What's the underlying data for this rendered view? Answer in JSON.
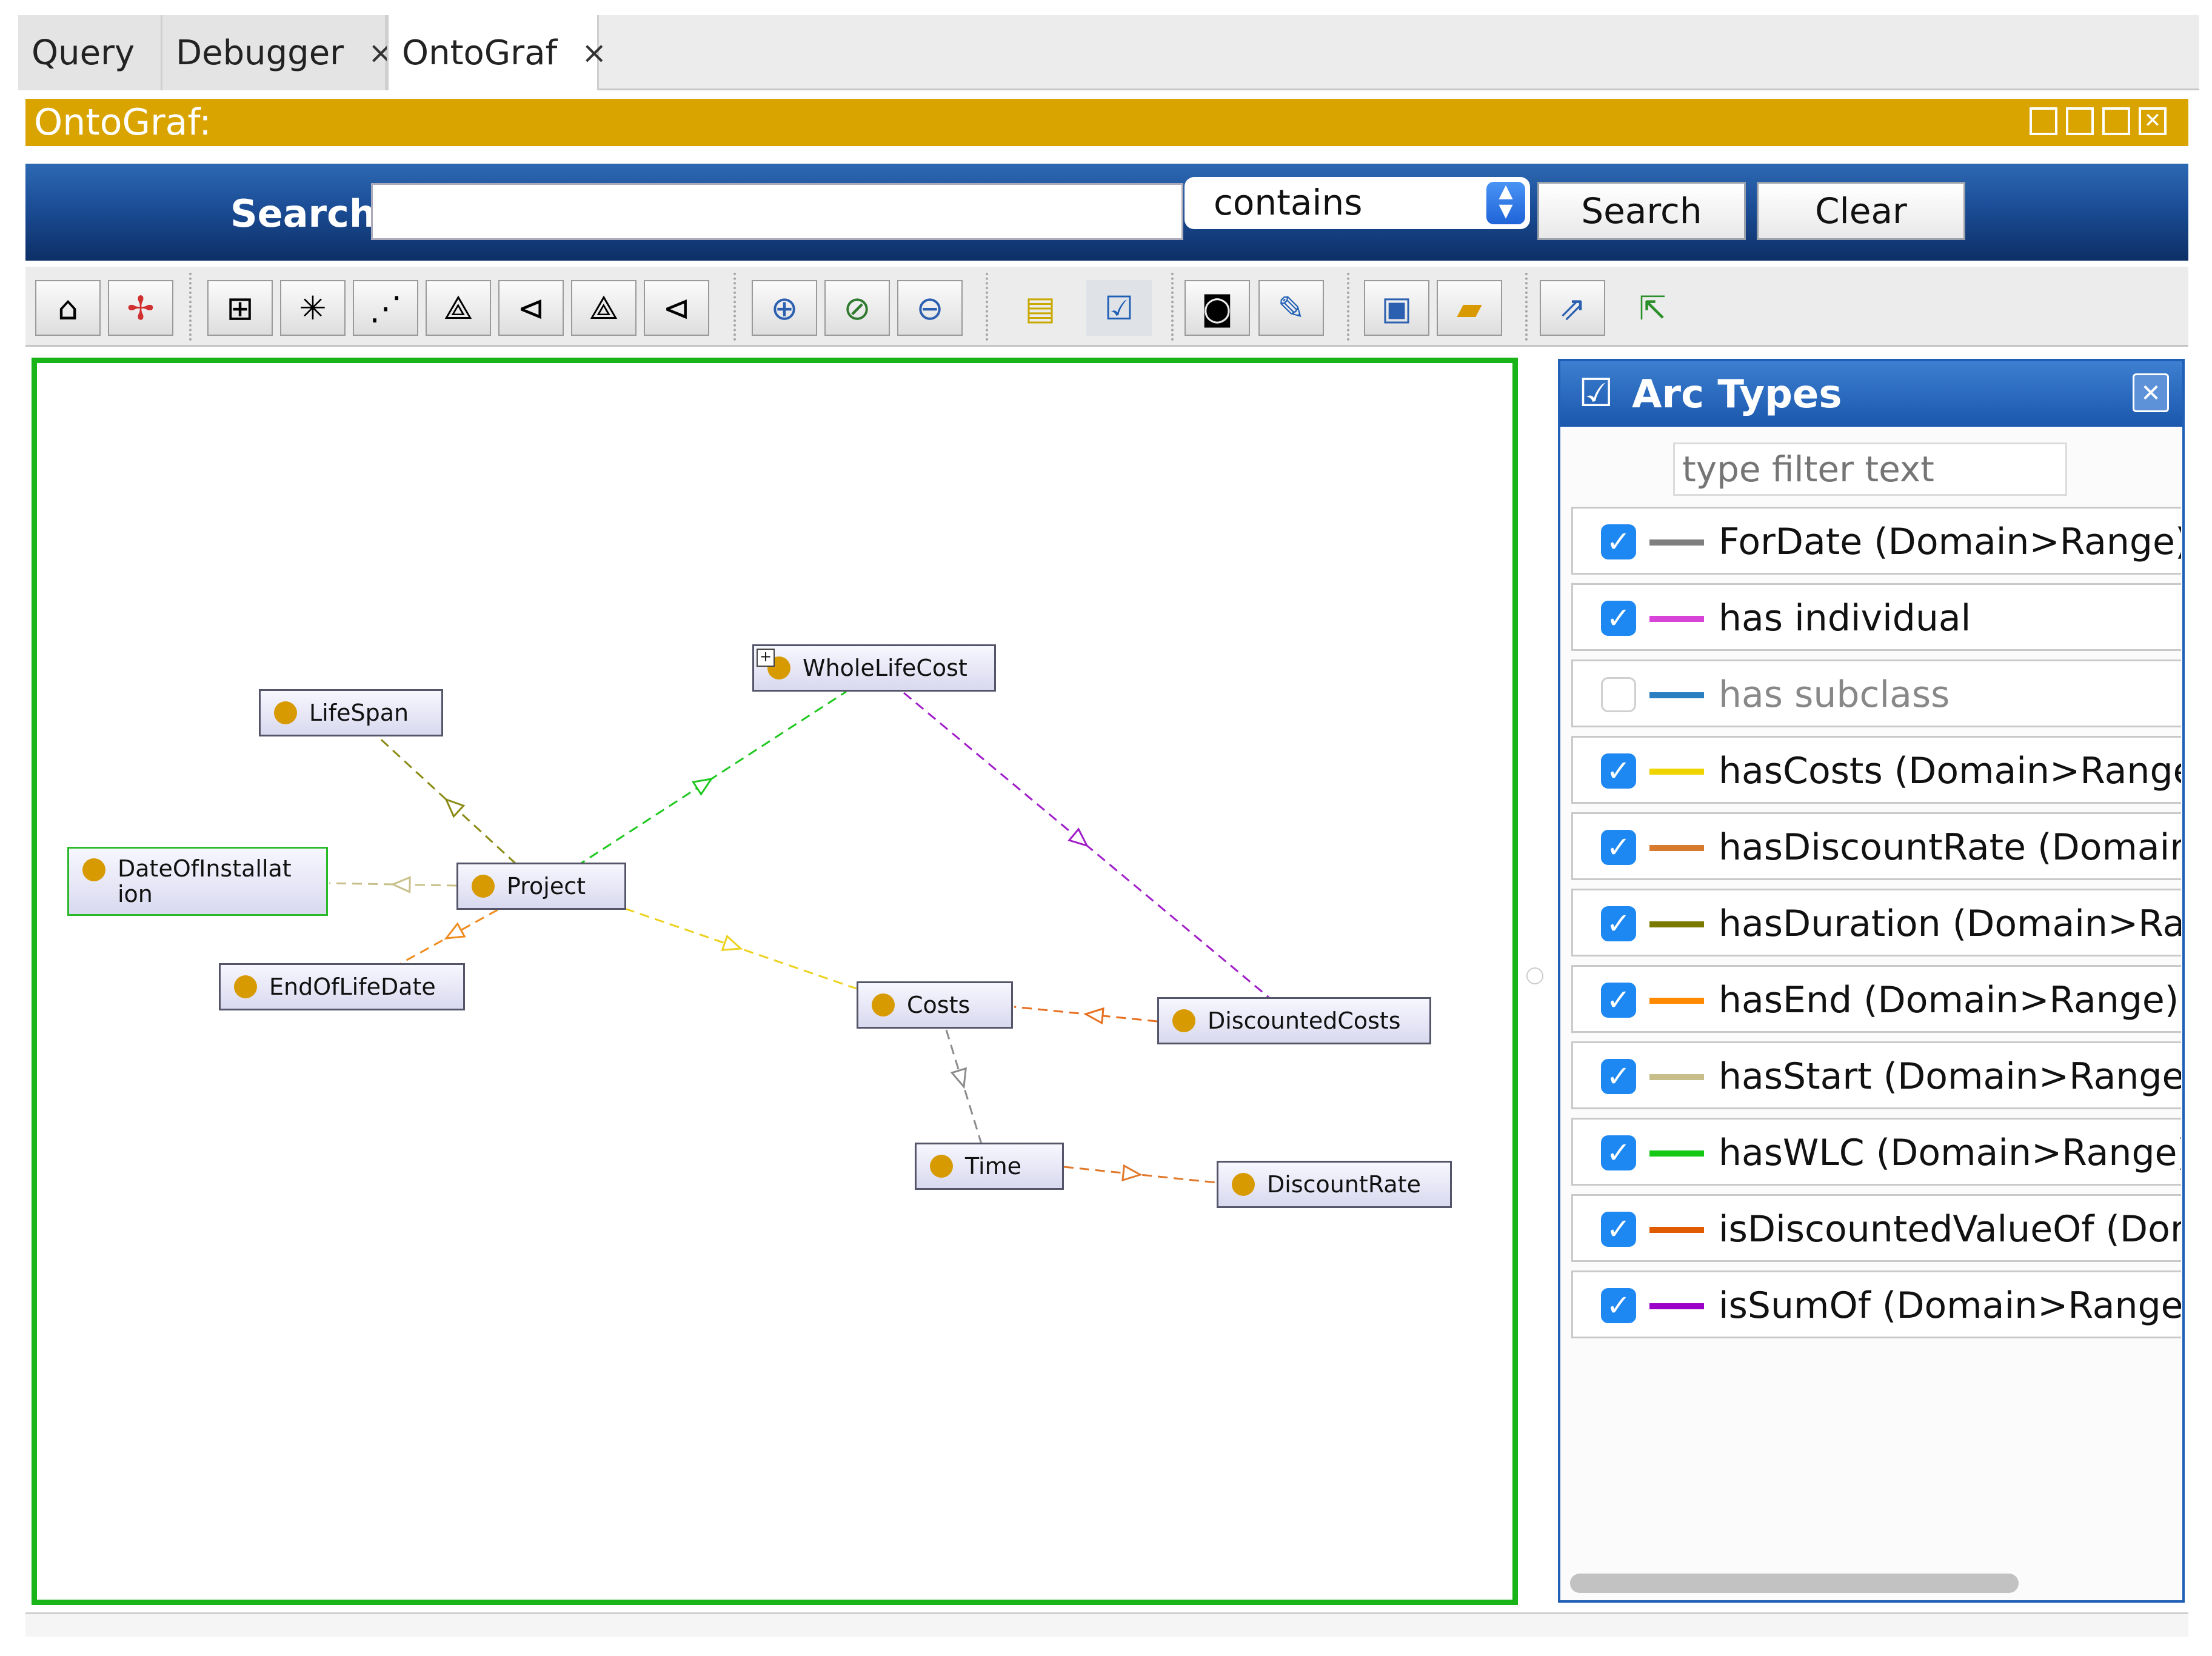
{
  "tabs": [
    {
      "label": "Query",
      "close": "×"
    },
    {
      "label": "Debugger",
      "close": "×"
    },
    {
      "label": "OntoGraf",
      "close": "×",
      "active": true
    }
  ],
  "panel_title": "OntoGraf:",
  "search": {
    "label": "Search:",
    "value": "",
    "match_mode": "contains",
    "search_button": "Search",
    "clear_button": "Clear"
  },
  "toolbar": {
    "icons": [
      "home-icon",
      "graph-layout-icon",
      "grid-layout-icon",
      "radial-layout-icon",
      "spring-layout-icon",
      "vertical-tree-icon",
      "horizontal-tree-icon",
      "vertical-tree-alt-icon",
      "horizontal-tree-alt-icon",
      "zoom-in-icon",
      "zoom-reset-icon",
      "zoom-out-icon",
      "node-filter-icon",
      "arc-filter-icon",
      "camera-icon",
      "edit-note-icon",
      "save-icon",
      "open-folder-icon",
      "export-icon",
      "pin-icon"
    ]
  },
  "graph": {
    "nodes": [
      {
        "id": "WholeLifeCost",
        "label": "WholeLifeCost",
        "expandable": true
      },
      {
        "id": "LifeSpan",
        "label": "LifeSpan"
      },
      {
        "id": "DateOfInstallation",
        "label": "DateOfInstallat\nion",
        "highlighted": true
      },
      {
        "id": "Project",
        "label": "Project"
      },
      {
        "id": "EndOfLifeDate",
        "label": "EndOfLifeDate"
      },
      {
        "id": "Costs",
        "label": "Costs"
      },
      {
        "id": "DiscountedCosts",
        "label": "DiscountedCosts"
      },
      {
        "id": "Time",
        "label": "Time"
      },
      {
        "id": "DiscountRate",
        "label": "DiscountRate"
      }
    ],
    "edges": [
      {
        "from": "Project",
        "to": "WholeLifeCost",
        "type": "hasWLC",
        "color": "#1ec81e"
      },
      {
        "from": "Project",
        "to": "LifeSpan",
        "type": "hasDuration",
        "color": "#8a8a14"
      },
      {
        "from": "Project",
        "to": "DateOfInstallation",
        "type": "hasStart",
        "color": "#c9c08a"
      },
      {
        "from": "Project",
        "to": "EndOfLifeDate",
        "type": "hasEnd",
        "color": "#f08c1e"
      },
      {
        "from": "Project",
        "to": "Costs",
        "type": "hasCosts",
        "color": "#ecd21e"
      },
      {
        "from": "WholeLifeCost",
        "to": "DiscountedCosts",
        "type": "isSumOf",
        "color": "#a01ec8"
      },
      {
        "from": "DiscountedCosts",
        "to": "Costs",
        "type": "isDiscountedValueOf",
        "color": "#e66e1e"
      },
      {
        "from": "Costs",
        "to": "Time",
        "type": "ForDate",
        "color": "#8c8c8c"
      },
      {
        "from": "Time",
        "to": "DiscountRate",
        "type": "hasDiscountRate",
        "color": "#e0782a"
      }
    ]
  },
  "arc_types": {
    "title": "Arc Types",
    "filter_placeholder": "type filter text",
    "items": [
      {
        "label": "ForDate (Domain>Range)",
        "checked": true,
        "color": "#7f7f7f"
      },
      {
        "label": "has individual",
        "checked": true,
        "color": "#d844d8"
      },
      {
        "label": "has subclass",
        "checked": false,
        "color": "#2a7fc0"
      },
      {
        "label": "hasCosts (Domain>Range)",
        "checked": true,
        "color": "#f0d400"
      },
      {
        "label": "hasDiscountRate (Domain>",
        "checked": true,
        "color": "#d87a2e"
      },
      {
        "label": "hasDuration (Domain>Rang",
        "checked": true,
        "color": "#7a7a00"
      },
      {
        "label": "hasEnd (Domain>Range)",
        "checked": true,
        "color": "#ff8a00"
      },
      {
        "label": "hasStart (Domain>Range)",
        "checked": true,
        "color": "#c8be8a"
      },
      {
        "label": "hasWLC (Domain>Range)",
        "checked": true,
        "color": "#14c814"
      },
      {
        "label": "isDiscountedValueOf (Doma",
        "checked": true,
        "color": "#e05a00"
      },
      {
        "label": "isSumOf (Domain>Range)",
        "checked": true,
        "color": "#9a00c8"
      }
    ]
  }
}
